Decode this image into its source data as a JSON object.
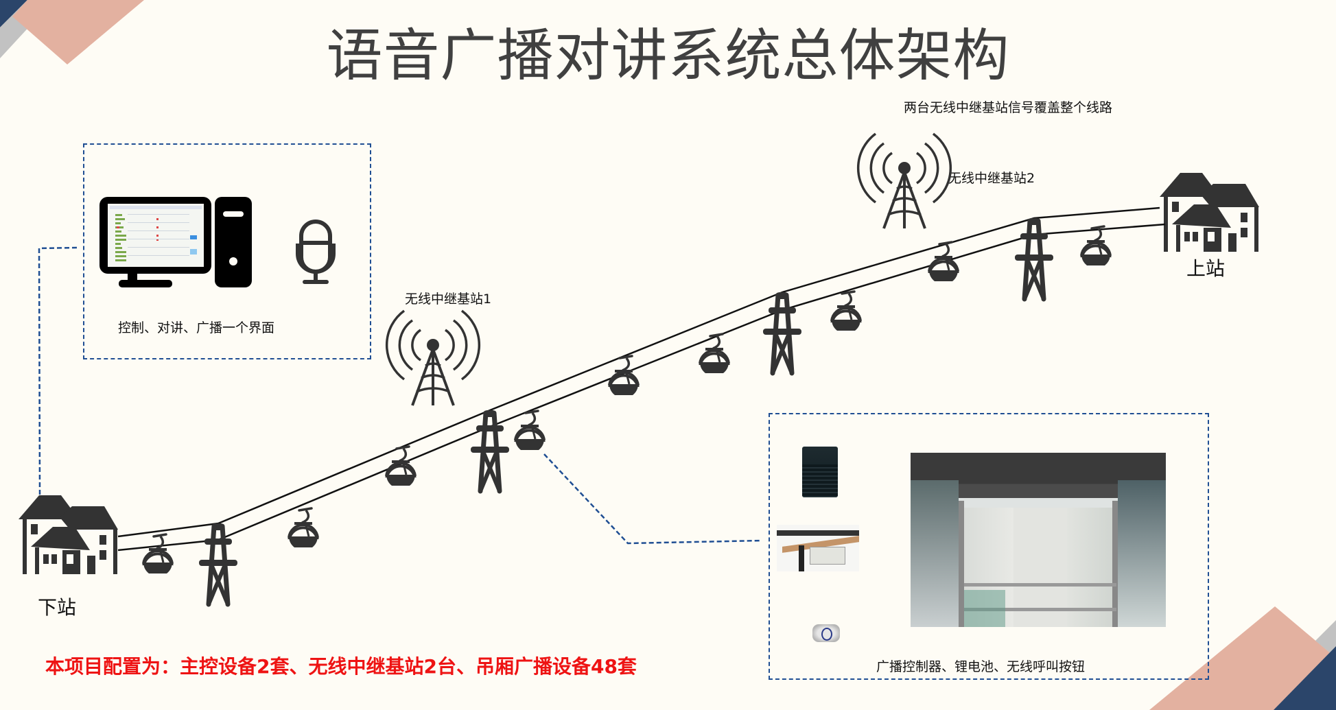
{
  "title": "语音广播对讲系统总体架构",
  "coverage_note": "两台无线中继基站信号覆盖整个线路",
  "control_box": {
    "caption": "控制、对讲、广播一个界面",
    "items": [
      "computer-monitor",
      "computer-tower",
      "microphone"
    ]
  },
  "stations": {
    "lower": "下站",
    "upper": "上站"
  },
  "relay_stations": [
    {
      "label": "无线中继基站1"
    },
    {
      "label": "无线中继基站2"
    }
  ],
  "cabin_box": {
    "caption": "广播控制器、锂电池、无线呼叫按钮",
    "items": [
      "broadcast-controller",
      "lithium-battery",
      "wireless-call-button",
      "cabin-interior-photo"
    ]
  },
  "configuration_note": "本项目配置为：主控设备2套、无线中继基站2台、吊厢广播设备48套",
  "colors": {
    "background": "#fefcf5",
    "title": "#404040",
    "dashed_border": "#1f4e93",
    "note_red": "#ee1313",
    "icon": "#333333",
    "deco_navy": "#2b456a",
    "deco_pink": "#e3b1a0",
    "deco_gray": "#c2c2c2"
  }
}
